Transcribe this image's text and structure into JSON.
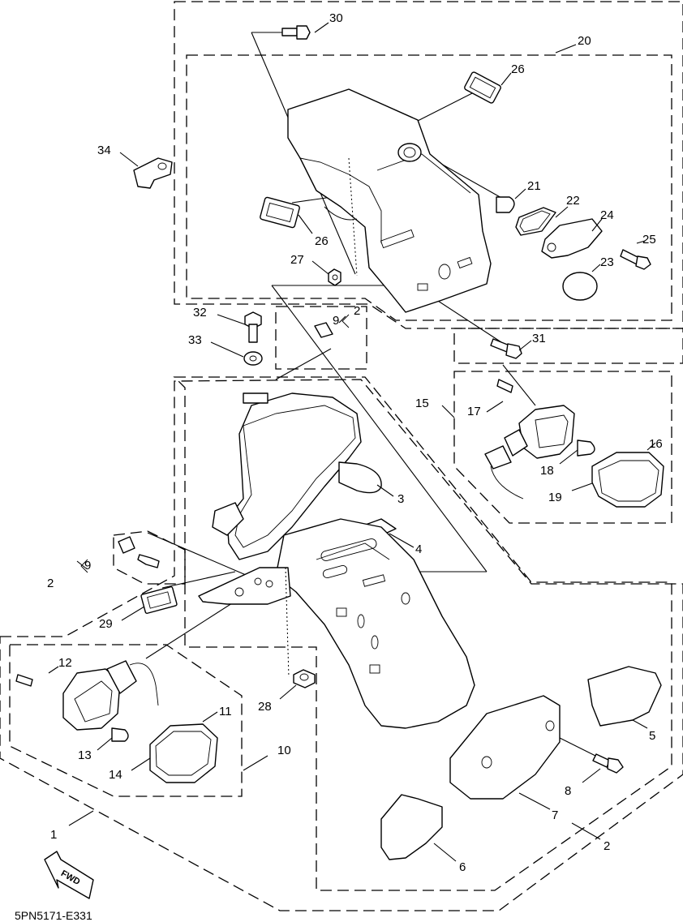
{
  "callouts": {
    "c1": "1",
    "c2a": "2",
    "c2b": "2",
    "c2c": "2",
    "c3": "3",
    "c4": "4",
    "c5": "5",
    "c6": "6",
    "c7": "7",
    "c8": "8",
    "c9a": "9",
    "c9b": "9",
    "c10": "10",
    "c11": "11",
    "c12": "12",
    "c13": "13",
    "c14": "14",
    "c15": "15",
    "c16": "16",
    "c17": "17",
    "c18": "18",
    "c19": "19",
    "c20": "20",
    "c21": "21",
    "c22": "22",
    "c23": "23",
    "c24": "24",
    "c25": "25",
    "c26a": "26",
    "c26b": "26",
    "c27": "27",
    "c28": "28",
    "c29": "29",
    "c30": "30",
    "c31": "31",
    "c32": "32",
    "c33": "33",
    "c34": "34"
  },
  "fwd_label": "FWD",
  "drawing_code": "5PN5171-E331"
}
